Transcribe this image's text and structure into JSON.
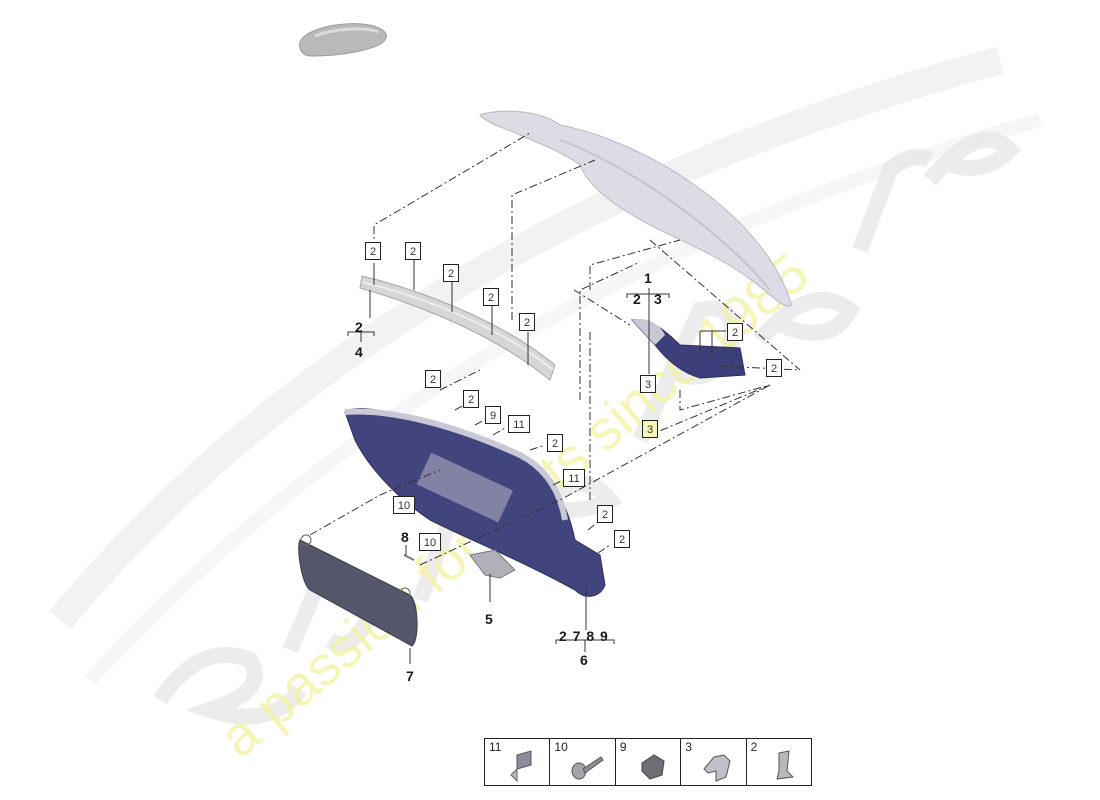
{
  "diagram": {
    "type": "exploded-parts-diagram",
    "subject": "Luggage compartment trim / rear lid lining",
    "watermark": {
      "logo_text": "eurospares",
      "tagline": "a passion for parts since 1985",
      "tagline_color": "#f2f29a",
      "logo_color": "#e6e6e6"
    },
    "colors": {
      "trim_dark": "#3d3f7a",
      "trim_light": "#c8c8d6",
      "lid_grey": "#d4d4dc",
      "line": "#333333"
    }
  },
  "callouts": [
    {
      "id": "c1",
      "label": "2"
    },
    {
      "id": "c2",
      "label": "2"
    },
    {
      "id": "c3",
      "label": "2"
    },
    {
      "id": "c4",
      "label": "2"
    },
    {
      "id": "c5",
      "label": "2"
    },
    {
      "id": "c6",
      "label": "2"
    },
    {
      "id": "c7",
      "label": "2"
    },
    {
      "id": "c8",
      "label": "9"
    },
    {
      "id": "c9",
      "label": "11"
    },
    {
      "id": "c10",
      "label": "2"
    },
    {
      "id": "c11",
      "label": "11"
    },
    {
      "id": "c12",
      "label": "10"
    },
    {
      "id": "c13",
      "label": "10"
    },
    {
      "id": "c14",
      "label": "2"
    },
    {
      "id": "c15",
      "label": "2"
    },
    {
      "id": "c16",
      "label": "2"
    },
    {
      "id": "c17",
      "label": "2"
    },
    {
      "id": "c18",
      "label": "3"
    },
    {
      "id": "c19",
      "label": "3"
    }
  ],
  "part_numbers": {
    "p1": "1",
    "p1_sub": [
      "2",
      "3"
    ],
    "p4": "4",
    "p4_sub": "2",
    "p5": "5",
    "p6": "6",
    "p6_sub": "2 7  8 9",
    "p7": "7",
    "p8": "8"
  },
  "legend": [
    {
      "number": "11",
      "icon": "square-clip-icon"
    },
    {
      "number": "10",
      "icon": "screw-icon"
    },
    {
      "number": "9",
      "icon": "rubber-buffer-icon"
    },
    {
      "number": "3",
      "icon": "spring-clip-icon"
    },
    {
      "number": "2",
      "icon": "expanding-clip-icon"
    }
  ]
}
